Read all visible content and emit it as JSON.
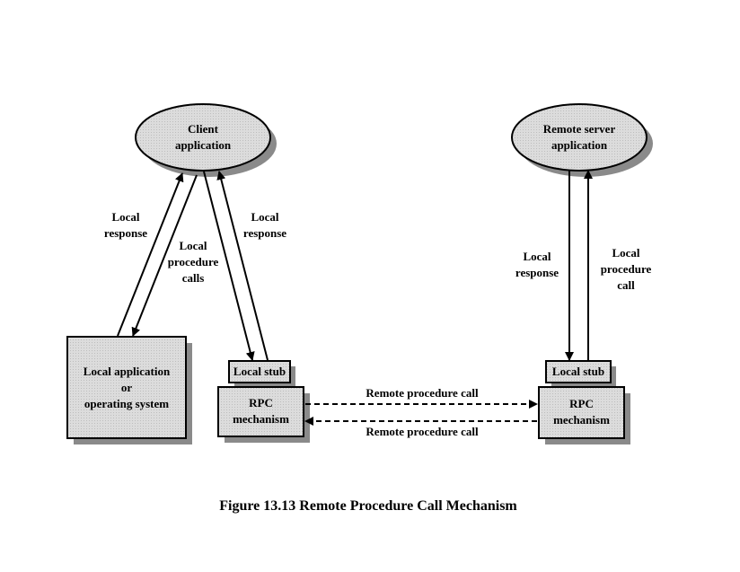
{
  "nodes": {
    "client": {
      "line1": "Client",
      "line2": "application"
    },
    "server": {
      "line1": "Remote server",
      "line2": "application"
    },
    "local_app": {
      "line1": "Local application",
      "line2": "or",
      "line3": "operating system"
    },
    "left_stub": "Local stub",
    "right_stub": "Local stub",
    "left_rpc": {
      "line1": "RPC",
      "line2": "mechanism"
    },
    "right_rpc": {
      "line1": "RPC",
      "line2": "mechanism"
    }
  },
  "edges": {
    "left_local_response": {
      "line1": "Local",
      "line2": "response"
    },
    "left_local_procedure_calls": {
      "line1": "Local",
      "line2": "procedure",
      "line3": "calls"
    },
    "mid_local_response": {
      "line1": "Local",
      "line2": "response"
    },
    "right_local_response": {
      "line1": "Local",
      "line2": "response"
    },
    "right_local_procedure_call": {
      "line1": "Local",
      "line2": "procedure",
      "line3": "call"
    },
    "rpc_top": "Remote procedure call",
    "rpc_bottom": "Remote procedure call"
  },
  "caption": "Figure 13.13  Remote Procedure Call Mechanism"
}
